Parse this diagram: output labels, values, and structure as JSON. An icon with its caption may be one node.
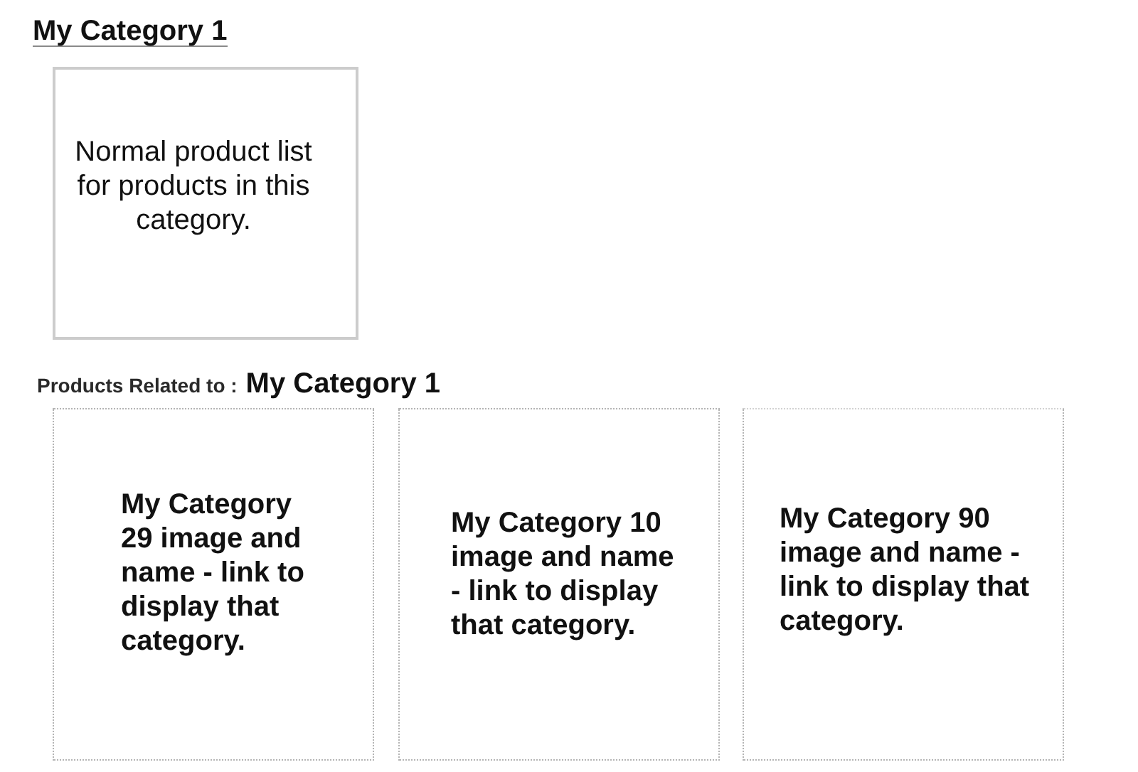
{
  "diagram": {
    "title": "My Category 1",
    "nodes": [
      {
        "text": [
          "Normal product list for products in this category."
        ]
      },
      {
        "text": [
          "My Category 29 image and name - link to display that category."
        ]
      },
      {
        "text": [
          "My Category 10 image and name - link to display that category."
        ]
      },
      {
        "text": [
          "My Category 90 image and name - link to display that category."
        ]
      }
    ],
    "labels": [
      "Products Related to :",
      "My Category 1"
    ]
  }
}
